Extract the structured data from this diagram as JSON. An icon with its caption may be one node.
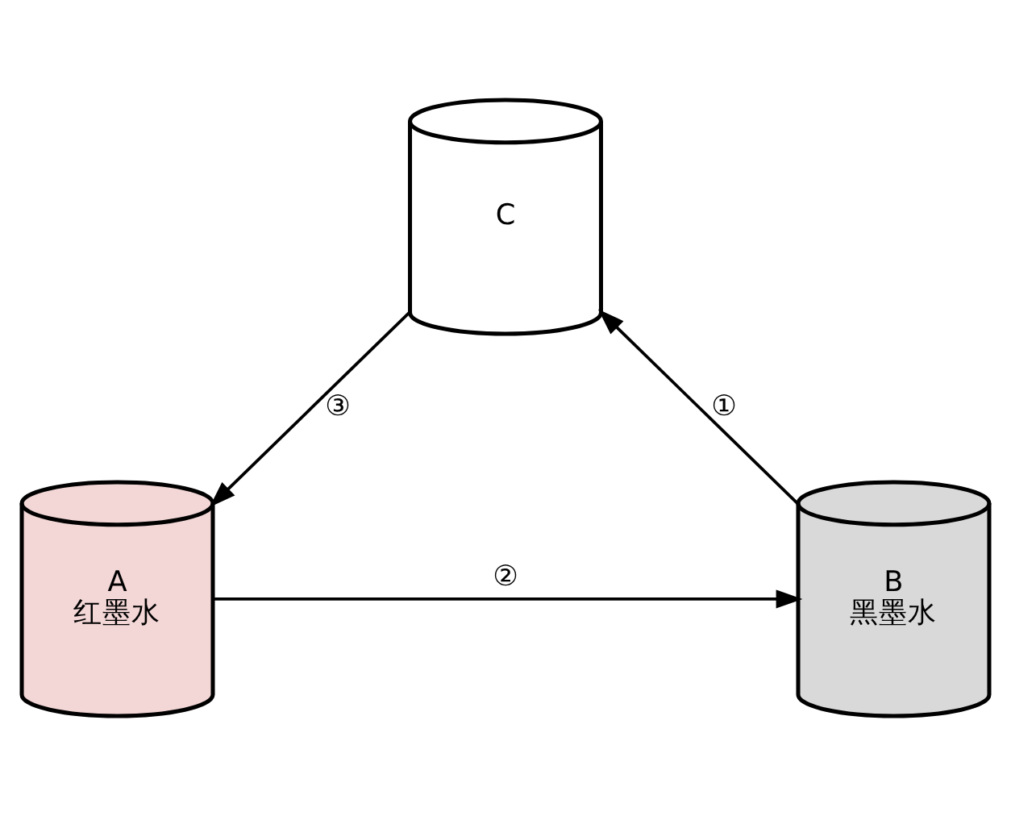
{
  "diagram": {
    "nodes": [
      {
        "text": [
          "C"
        ]
      },
      {
        "text": [
          "A",
          "红墨水"
        ]
      },
      {
        "text": [
          "B",
          "黑墨水"
        ]
      }
    ],
    "edges": [
      {
        "from": 2,
        "to": 0,
        "arrow": "to",
        "label": "①"
      },
      {
        "from": 1,
        "to": 2,
        "arrow": "to",
        "label": "②"
      },
      {
        "from": 0,
        "to": 1,
        "arrow": "to",
        "label": "③"
      }
    ]
  }
}
